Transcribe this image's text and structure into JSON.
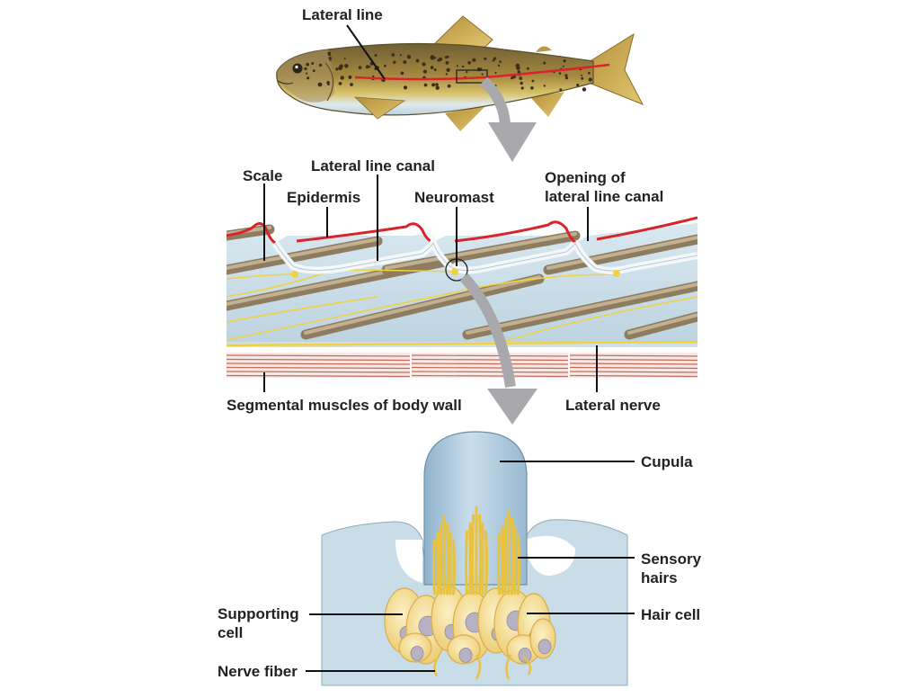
{
  "labels": {
    "lateral_line": "Lateral line",
    "scale": "Scale",
    "lateral_line_canal": "Lateral line canal",
    "epidermis": "Epidermis",
    "neuromast": "Neuromast",
    "opening_line1": "Opening of",
    "opening_line2": "lateral line canal",
    "segmental_muscles": "Segmental muscles of body wall",
    "lateral_nerve": "Lateral nerve",
    "cupula": "Cupula",
    "sensory_hairs_line1": "Sensory",
    "sensory_hairs_line2": "hairs",
    "hair_cell": "Hair cell",
    "supporting_cell_line1": "Supporting",
    "supporting_cell_line2": "cell",
    "nerve_fiber": "Nerve fiber"
  },
  "colors": {
    "lateral_line_red": "#d8242a",
    "fish_back": "#7a6a3c",
    "fish_belly": "#cfe0ea",
    "fish_fin": "#c9a84a",
    "tissue_blue": "#c9dde8",
    "scale_tan": "#a8967a",
    "nerve_yellow": "#f2d23c",
    "muscle_red": "#c86a5a",
    "arrow_gray": "#a9a9ad",
    "cupula_blue": "#a9c8dc",
    "cell_yellow": "#f6e3a6",
    "nucleus_gray": "#b6b2c4",
    "leader_black": "#111111"
  }
}
